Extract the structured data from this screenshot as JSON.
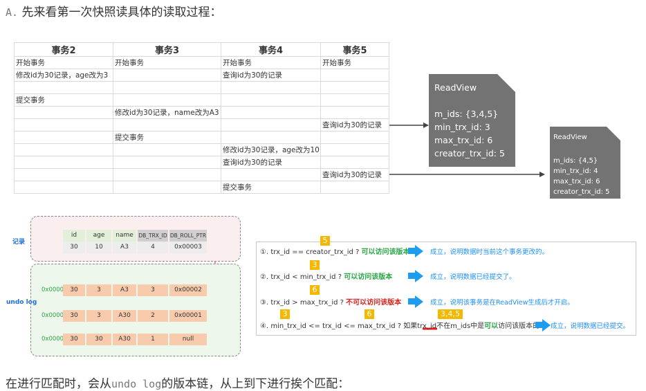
{
  "heading_top": {
    "prefix": "A.",
    "text": "先来看第一次快照读具体的读取过程："
  },
  "heading_bottom": {
    "text1": "在进行匹配时，会从",
    "mono": "undo log",
    "text2": "的版本链，从上到下进行挨个匹配："
  },
  "tx_table": {
    "headers": [
      "事务2",
      "事务3",
      "事务4",
      "事务5"
    ],
    "rows": [
      [
        "开始事务",
        "开始事务",
        "开始事务",
        "开始事务"
      ],
      [
        "修改id为30记录，age改为3",
        "",
        "查询id为30的记录",
        ""
      ],
      [
        "",
        "",
        "",
        ""
      ],
      [
        "提交事务",
        "",
        "",
        ""
      ],
      [
        "",
        "修改id为30记录，name改为A3",
        "",
        ""
      ],
      [
        "",
        "",
        "",
        "查询id为30的记录"
      ],
      [
        "",
        "提交事务",
        "",
        ""
      ],
      [
        "",
        "",
        "修改id为30记录，age改为10",
        ""
      ],
      [
        "",
        "",
        "查询id为30的记录",
        ""
      ],
      [
        "",
        "",
        "",
        "查询id为30的记录"
      ],
      [
        "",
        "",
        "提交事务",
        ""
      ]
    ]
  },
  "readview1": {
    "title": "ReadView",
    "lines": [
      "m_ids: {3,4,5}",
      "min_trx_id: 3",
      "max_trx_id: 6",
      "creator_trx_id: 5"
    ]
  },
  "readview2": {
    "title": "ReadView",
    "lines": [
      "m_ids: {4,5}",
      "min_trx_id: 4",
      "max_trx_id: 6",
      "creator_trx_id: 5"
    ]
  },
  "record": {
    "label": "记录",
    "headers": [
      "id",
      "age",
      "name",
      "DB_TRX_ID",
      "DB_ROLL_PTR"
    ],
    "values": [
      "30",
      "10",
      "A3",
      "4",
      "0x00003"
    ]
  },
  "undo_log": {
    "label": "undo log",
    "rows": [
      {
        "addr": "0x00003",
        "values": [
          "30",
          "3",
          "A3",
          "3",
          "0x00002"
        ]
      },
      {
        "addr": "0x00002",
        "values": [
          "30",
          "3",
          "A30",
          "2",
          "0x00001"
        ]
      },
      {
        "addr": "0x00001",
        "values": [
          "30",
          "30",
          "A30",
          "1",
          "null"
        ]
      }
    ]
  },
  "conditions": [
    {
      "text": "①. trx_id  == creator_trx_id ?",
      "verdict": "可以访问该版本",
      "verdict_color": "green",
      "result": "成立，说明数据时当前这个事务更改的。",
      "badge": "5"
    },
    {
      "text": "②. trx_id < min_trx_id ?",
      "verdict": "可以访问该版本",
      "verdict_color": "green",
      "result": "成立，说明数据已经提交了。",
      "badge": "3"
    },
    {
      "text": "③. trx_id > max_trx_id ?",
      "verdict": "不可以访问该版本",
      "verdict_color": "red",
      "result": "成立，说明该事务是在ReadView生成后才开启。",
      "badge": "6"
    },
    {
      "text_a": "④. min_trx_id <= trx_id <= max_trx_id ?  如果trx_id",
      "text_b": "不在",
      "text_c": "m_ids中是",
      "verdict": "可以",
      "text_d": "访问该版本的",
      "result": "成立，说明数据已经提交。",
      "badges": [
        "3",
        "6",
        "3,4,5"
      ]
    }
  ],
  "colors": {
    "arrow_blue": "#1e9cf0",
    "badge": "#f5b800",
    "readview": "#737373",
    "undo": "#f8cbad"
  }
}
